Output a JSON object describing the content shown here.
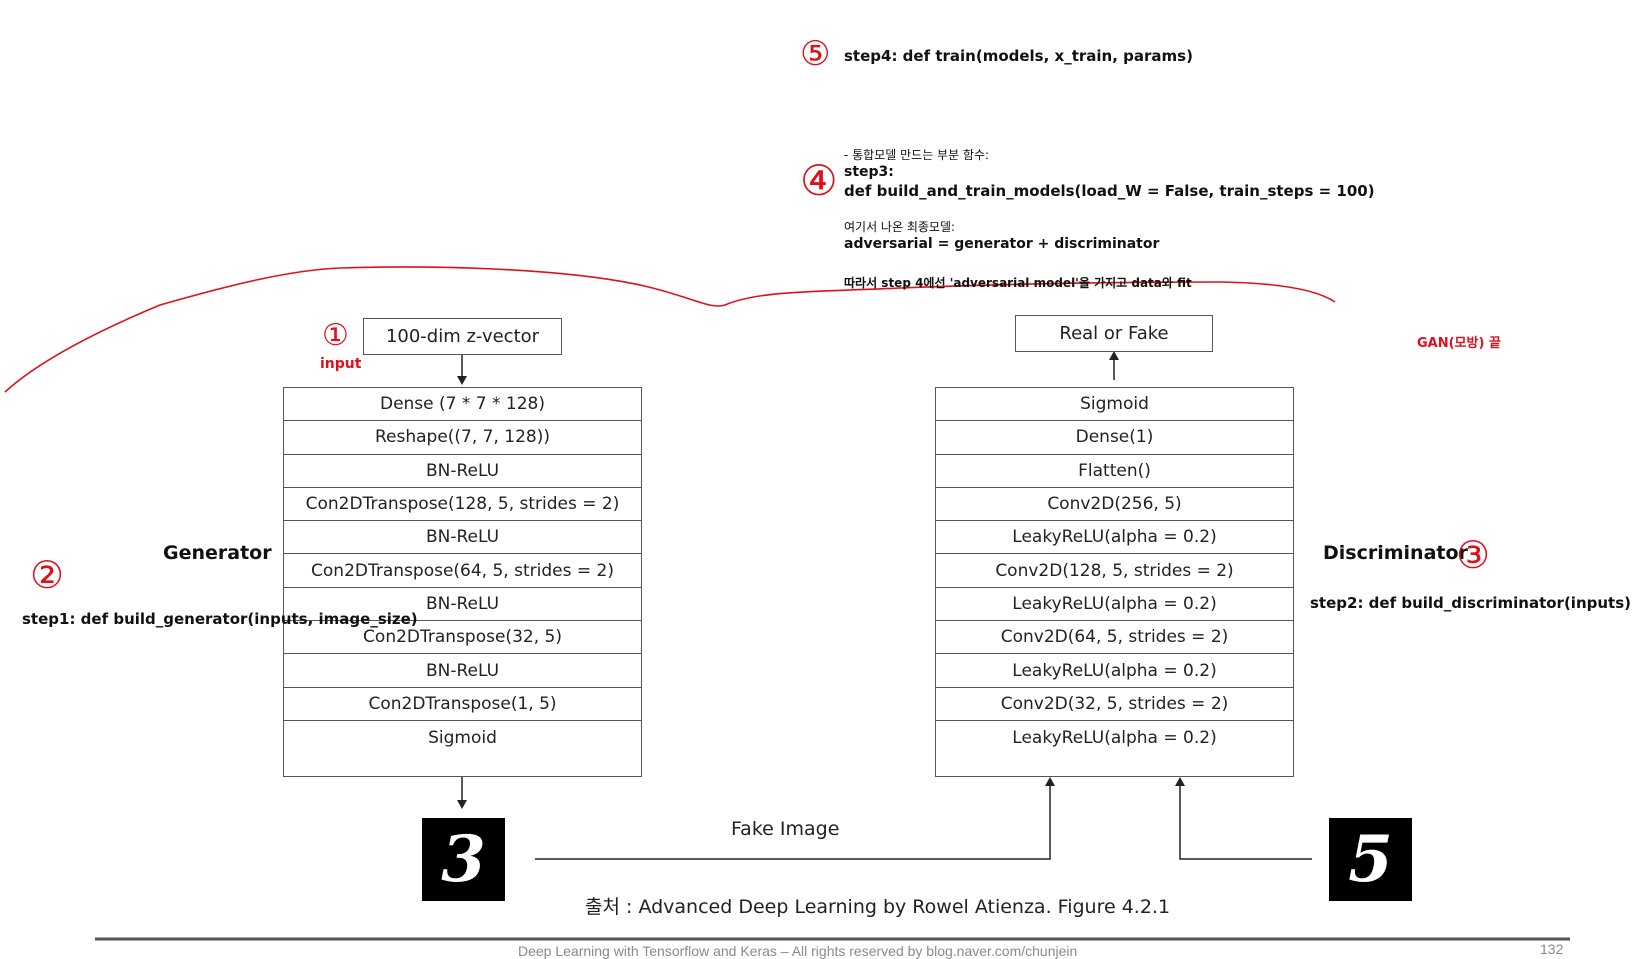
{
  "generator": {
    "label": "Generator",
    "input_box": "100-dim z-vector",
    "layers": [
      "Dense (7 * 7 * 128)",
      "Reshape((7, 7, 128))",
      "BN-ReLU",
      "Con2DTranspose(128, 5, strides = 2)",
      "BN-ReLU",
      "Con2DTranspose(64, 5, strides = 2)",
      "BN-ReLU",
      "Con2DTranspose(32, 5)",
      "BN-ReLU",
      "Con2DTranspose(1, 5)",
      "Sigmoid"
    ],
    "output_digit": "3"
  },
  "discriminator": {
    "label": "Discriminator",
    "output_box": "Real or Fake",
    "layers": [
      "Sigmoid",
      "Dense(1)",
      "Flatten()",
      "Conv2D(256, 5)",
      "LeakyReLU(alpha = 0.2)",
      "Conv2D(128, 5, strides = 2)",
      "LeakyReLU(alpha = 0.2)",
      "Conv2D(64, 5, strides = 2)",
      "LeakyReLU(alpha = 0.2)",
      "Conv2D(32, 5, strides = 2)",
      "LeakyReLU(alpha = 0.2)"
    ],
    "real_digit": "5"
  },
  "fake_image_label": "Fake Image",
  "source_caption": "출처 : Advanced Deep Learning by Rowel Atienza. Figure 4.2.1",
  "annotations": {
    "num_1": "①",
    "input_note": "input",
    "num_2": "②",
    "step1": "step1: def build_generator(inputs, image_size)",
    "num_3": "③",
    "step2": "step2: def build_discriminator(inputs)",
    "num_4": "④",
    "step3_intro": "- 통합모델 만드는 부분 함수:",
    "step3_label": "step3:",
    "step3_def": "def build_and_train_models(load_W = False, train_steps = 100)",
    "final_model_intro": "여기서 나온 최종모델:",
    "adversarial_eq": "adversarial = generator + discriminator",
    "step4_note": "따라서 step 4에선 'adversarial model'을 가지고 data와 fit",
    "num_5": "⑤",
    "step4": "step4: def train(models, x_train, params)",
    "gan_end": "GAN(모방) 끝"
  },
  "footer": {
    "text": "Deep Learning with Tensorflow and Keras – All rights reserved by blog.naver.com/chunjein",
    "page": "132"
  },
  "colors": {
    "annotation_red": "#e0101a",
    "box_border": "#555555",
    "footer_gray": "#8a8a8a"
  }
}
